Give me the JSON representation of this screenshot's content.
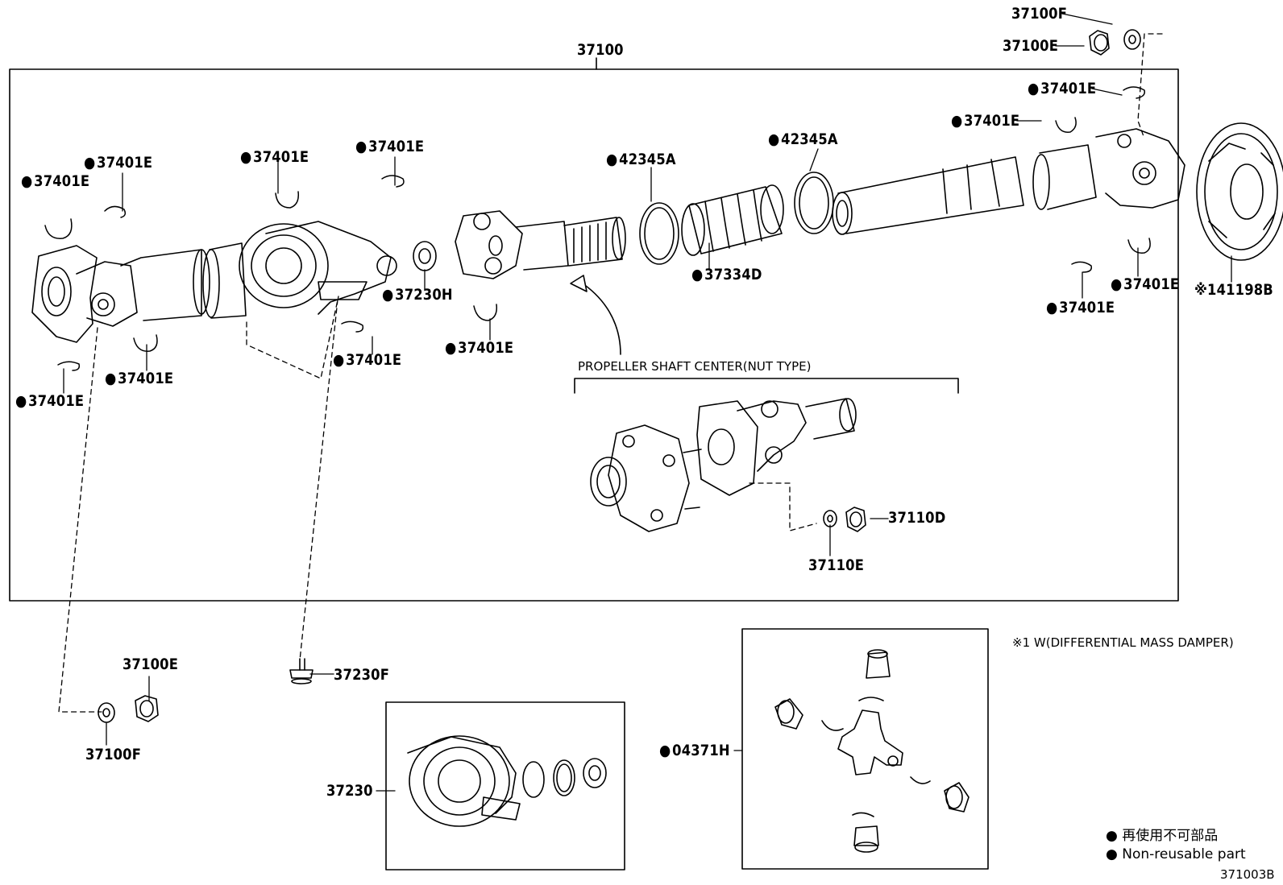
{
  "parts": {
    "assy": "37100",
    "p37100F_top": "37100F",
    "p37100E_top": "37100E",
    "p37401E_a": "37401E",
    "p37401E_b": "37401E",
    "p37401E_c": "37401E",
    "p37401E_d": "37401E",
    "p37401E_e": "37401E",
    "p37401E_f": "37401E",
    "p37401E_g": "37401E",
    "p37401E_h": "37401E",
    "p37401E_i": "37401E",
    "p37401E_j": "37401E",
    "p37401E_k": "37401E",
    "p37401E_l": "37401E",
    "p42345A_a": "42345A",
    "p42345A_b": "42345A",
    "p37334D": "37334D",
    "p37230H": "37230H",
    "p141198B": "※141198B",
    "p37110D": "37110D",
    "p37110E": "37110E",
    "p37100E_bot": "37100E",
    "p37100F_bot": "37100F",
    "p37230F": "37230F",
    "p37230": "37230",
    "p04371H": "04371H"
  },
  "notes": {
    "center_title": "PROPELLER SHAFT CENTER(NUT TYPE)",
    "footnote": "※1 W(DIFFERENTIAL MASS DAMPER)",
    "legend_jp": "再使用不可部品",
    "legend_en": "Non-reusable part",
    "diagram_code": "371003B"
  }
}
